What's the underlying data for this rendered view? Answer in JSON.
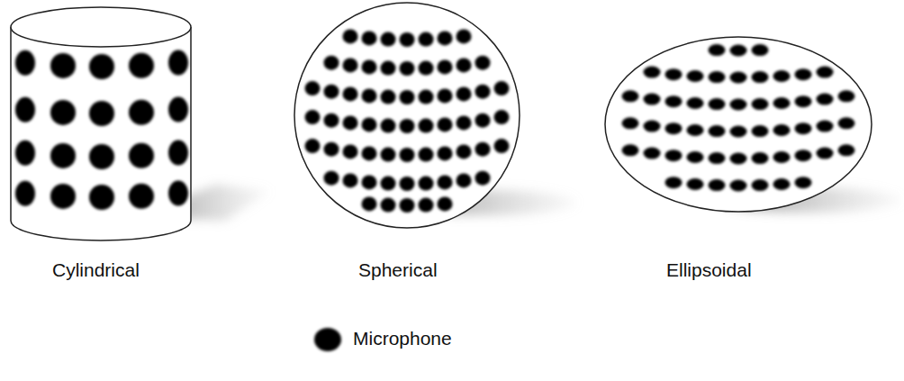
{
  "diagram": {
    "labels": [
      "Cylindrical",
      "Spherical",
      "Ellipsoidal"
    ],
    "legend": [
      {
        "text": "Microphone"
      }
    ]
  }
}
